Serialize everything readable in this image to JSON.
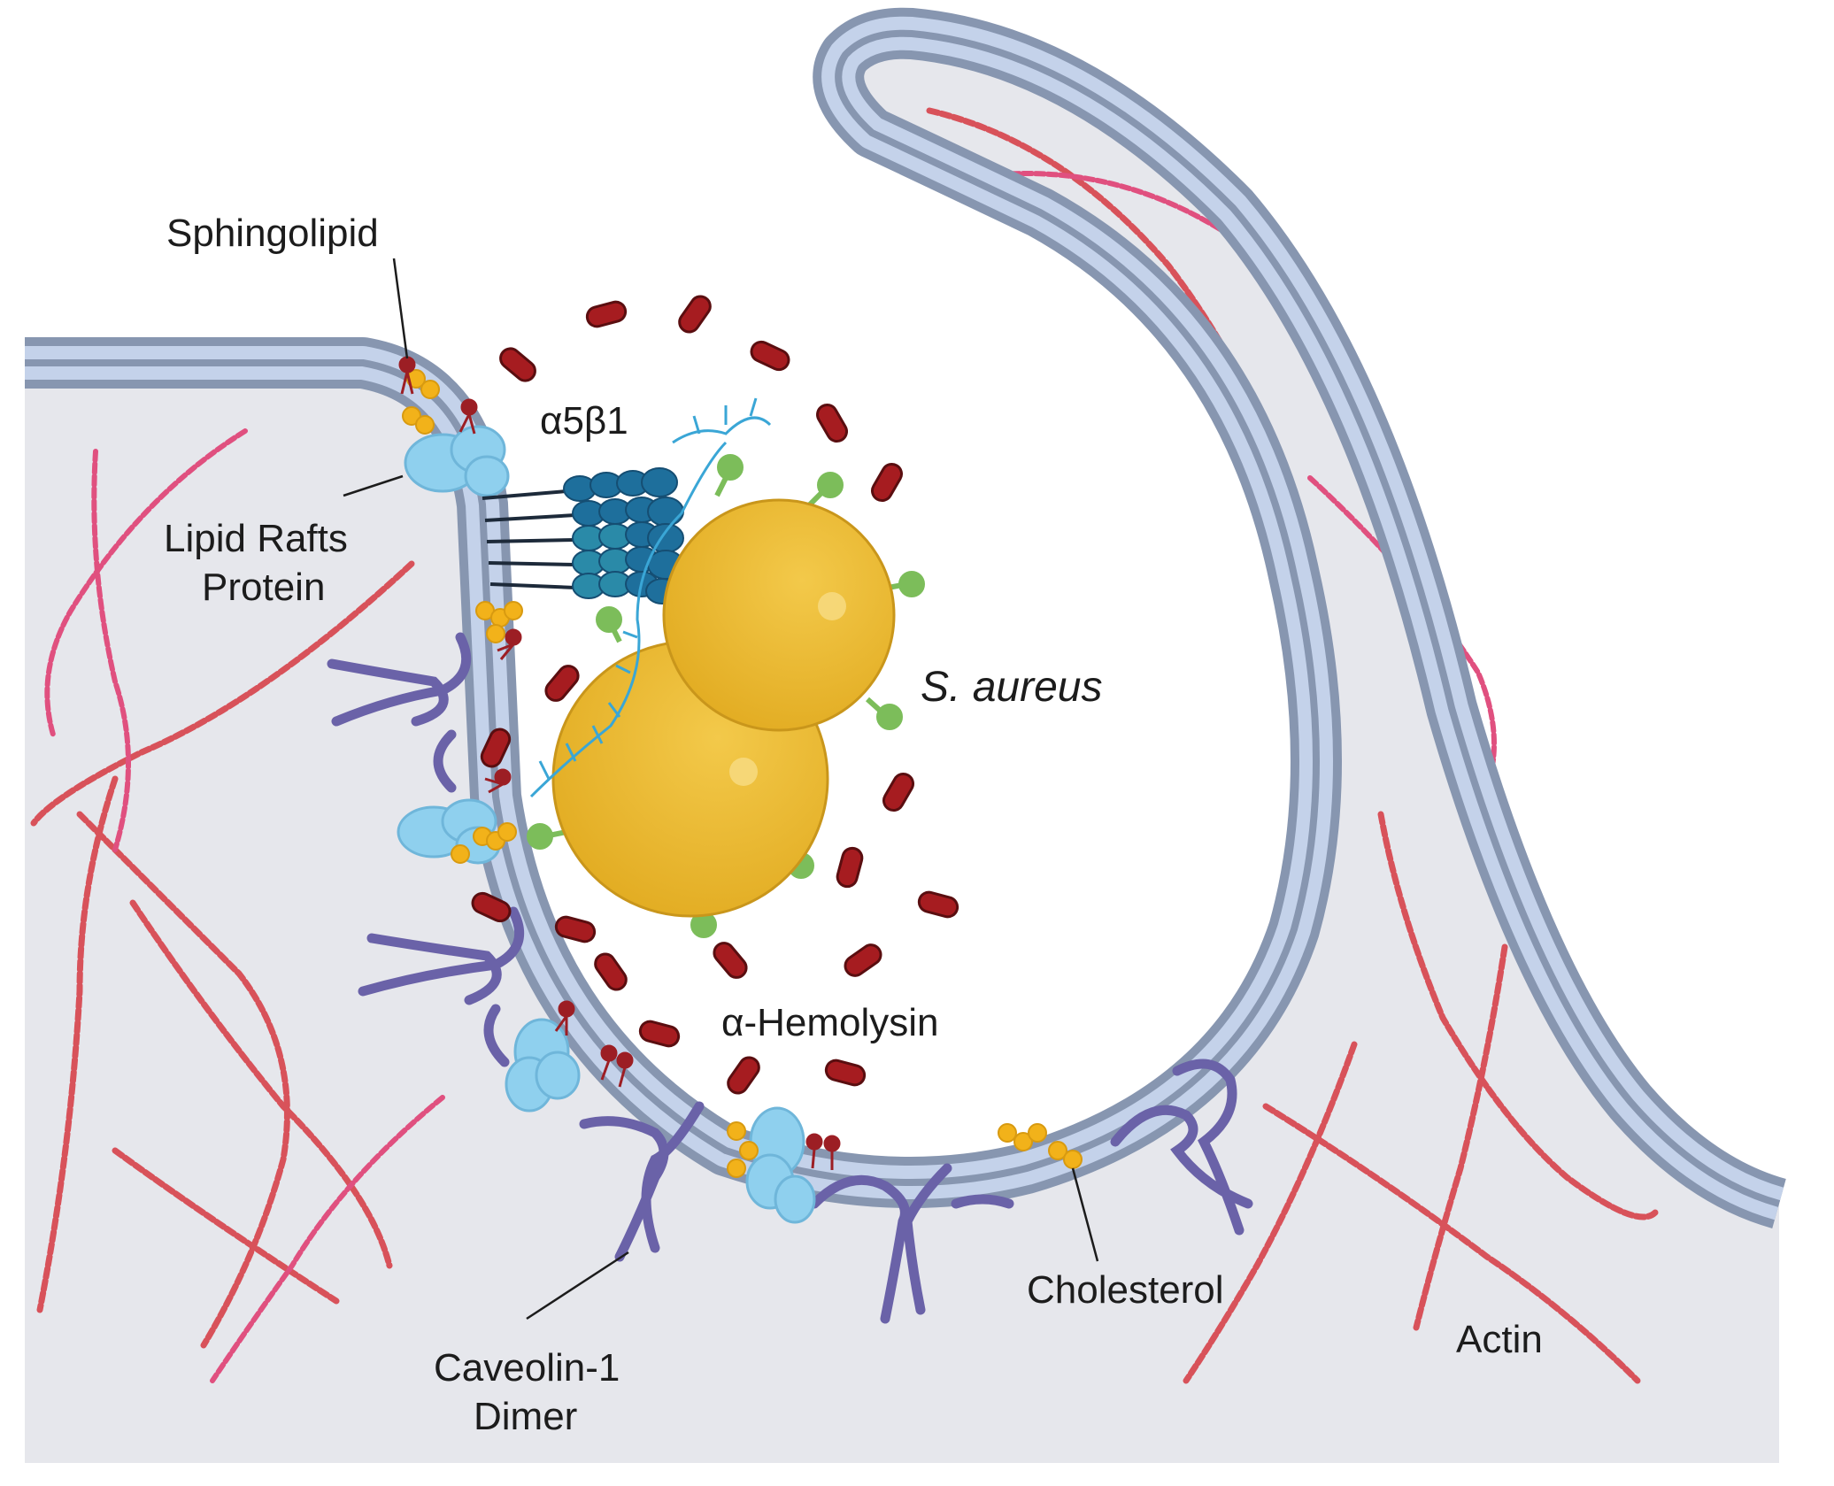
{
  "labels": {
    "sphingolipid": "Sphingolipid",
    "integrin": "α5β1",
    "lipid_rafts_line1": "Lipid Rafts",
    "lipid_rafts_line2": "Protein",
    "s_aureus": "S. aureus",
    "hemolysin": "α-Hemolysin",
    "caveolin_line1": "Caveolin-1",
    "caveolin_line2": "Dimer",
    "cholesterol": "Cholesterol",
    "actin": "Actin"
  },
  "colors": {
    "cytoplasm": "#e6e7ec",
    "membrane_edge": "#8796b0",
    "membrane_core": "#c4d2ea",
    "actin": "#d8525a",
    "actin_pink": "#e0507f",
    "bacterium": "#e8b62c",
    "bacterium_edge": "#c9961b",
    "toxin": "#a61c20",
    "caveolin": "#6a62a8",
    "integrin": "#1e5f8c",
    "raft_protein": "#8fd0ee",
    "cholesterol": "#f2b21a",
    "sphingolipid": "#9c1e24",
    "adhesin": "#7cbd5a"
  }
}
